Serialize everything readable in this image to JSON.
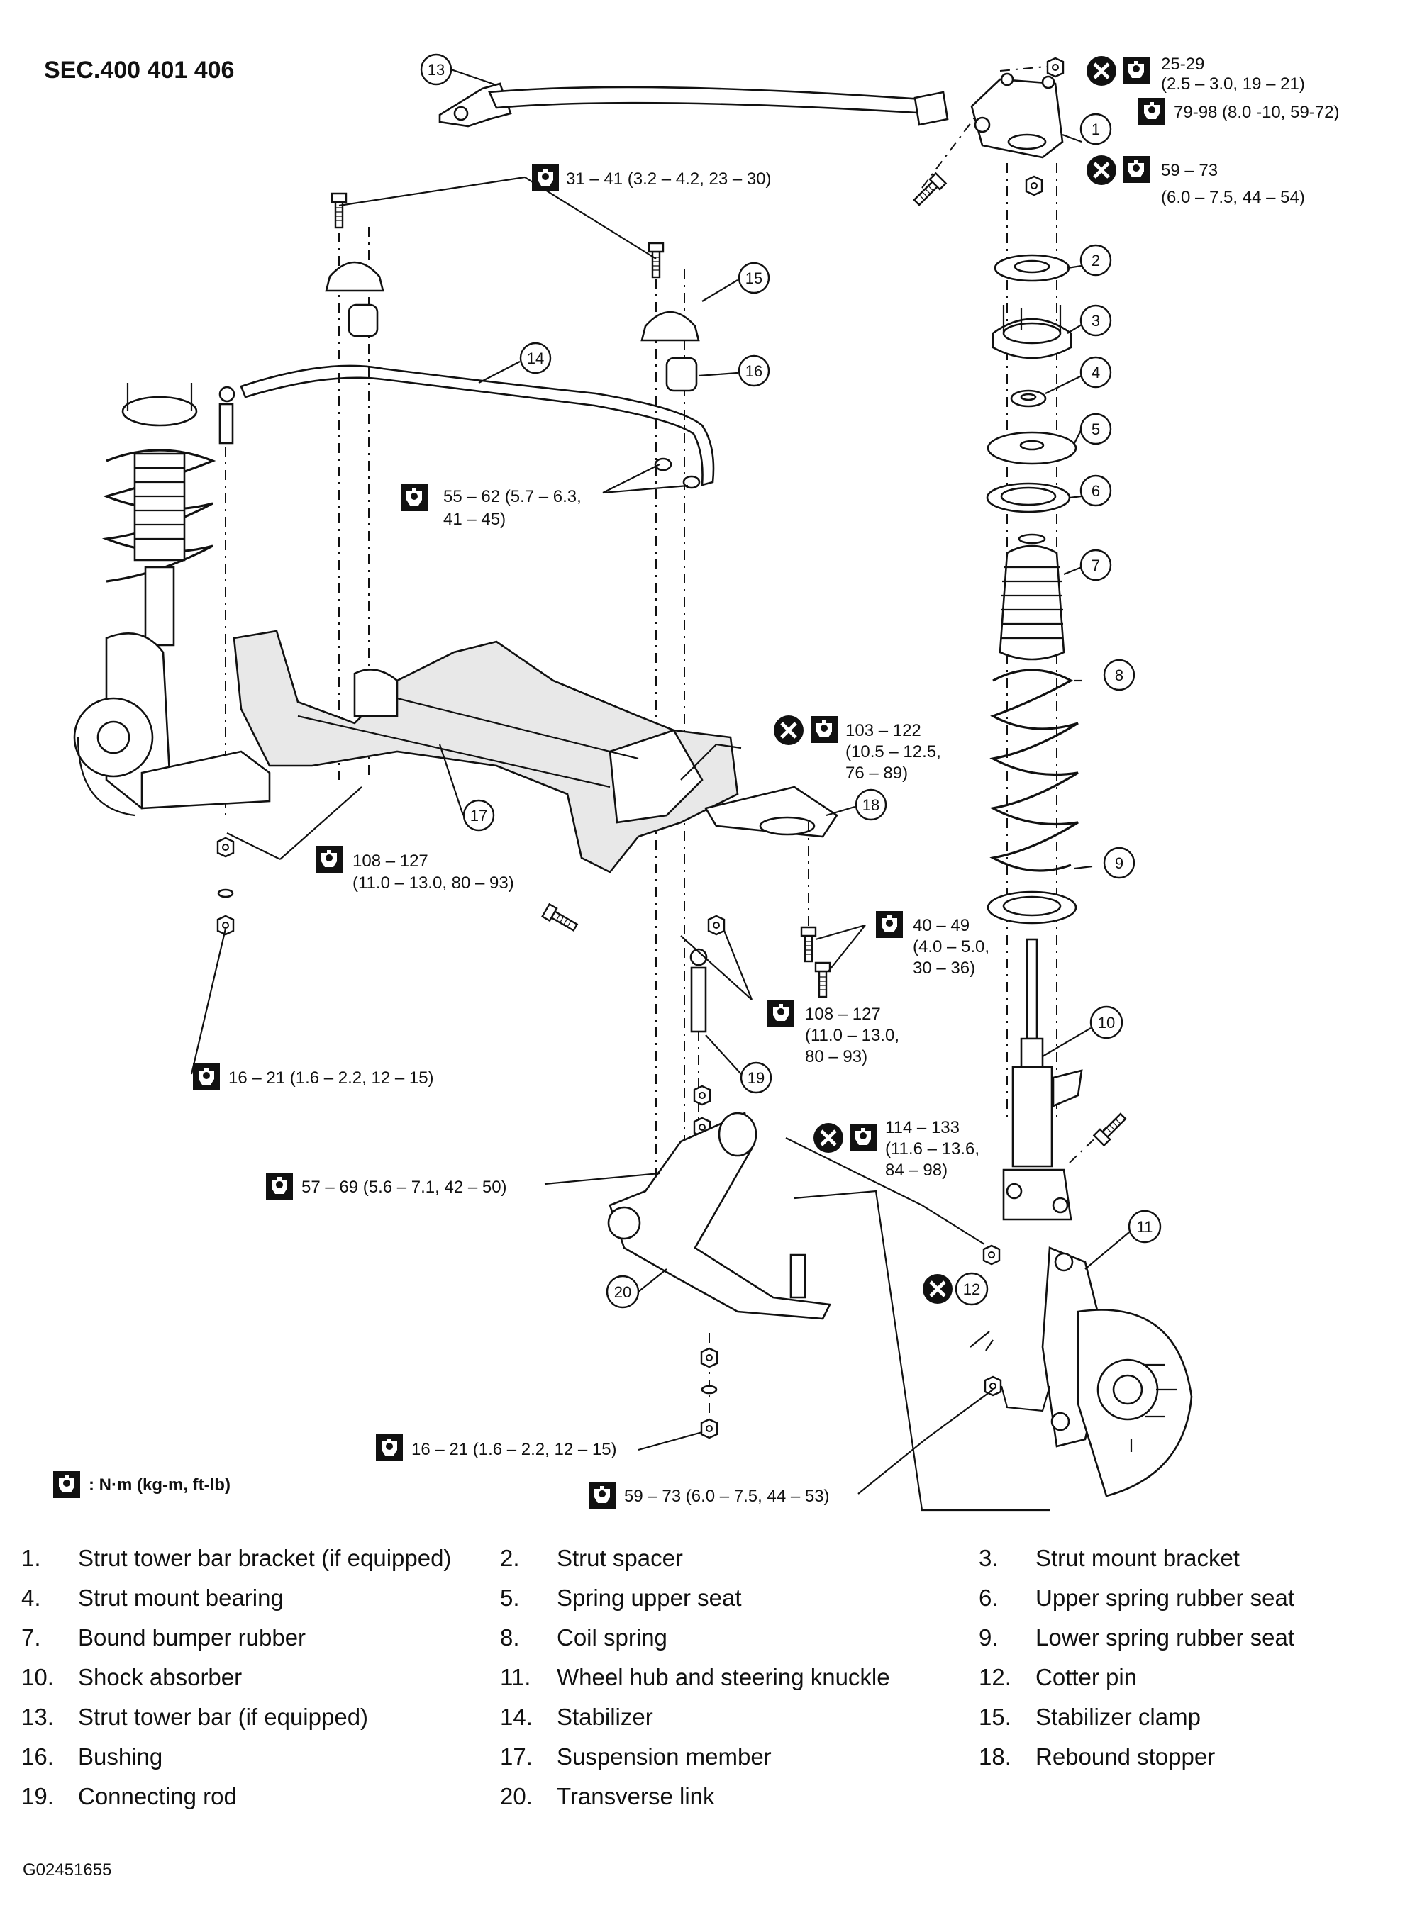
{
  "section_title": "SEC.400 401 406",
  "figure_id": "G02451655",
  "unit_legend": ": N·m (kg-m, ft-lb)",
  "torques": {
    "t_25_29": [
      "25-29",
      "(2.5 – 3.0, 19 – 21)"
    ],
    "t_79_98": [
      "79-98 (8.0 -10, 59-72)"
    ],
    "t_59_73a": [
      "59 – 73",
      "(6.0 – 7.5, 44 – 54)"
    ],
    "t_31_41": [
      "31 – 41 (3.2 – 4.2, 23 – 30)"
    ],
    "t_55_62": [
      "55 – 62 (5.7 – 6.3,",
      "41 – 45)"
    ],
    "t_103_122": [
      "103 – 122",
      "(10.5 – 12.5,",
      "76 – 89)"
    ],
    "t_108_127a": [
      "108 – 127",
      "(11.0 – 13.0, 80 – 93)"
    ],
    "t_40_49": [
      "40 – 49",
      "(4.0 – 5.0,",
      "30 – 36)"
    ],
    "t_108_127b": [
      "108 – 127",
      "(11.0 – 13.0,",
      "80 – 93)"
    ],
    "t_16_21a": [
      "16 – 21 (1.6 – 2.2, 12 – 15)"
    ],
    "t_114_133": [
      "114 – 133",
      "(11.6 – 13.6,",
      "84 – 98)"
    ],
    "t_57_69": [
      "57 – 69 (5.6 – 7.1, 42 – 50)"
    ],
    "t_16_21b": [
      "16 – 21 (1.6 – 2.2, 12 – 15)"
    ],
    "t_59_73b": [
      "59 – 73 (6.0 – 7.5, 44 – 53)"
    ]
  },
  "callouts": [
    "1",
    "2",
    "3",
    "4",
    "5",
    "6",
    "7",
    "8",
    "9",
    "10",
    "11",
    "12",
    "13",
    "14",
    "15",
    "16",
    "17",
    "18",
    "19",
    "20"
  ],
  "legend_items": [
    {
      "num": "1.",
      "label": "Strut tower bar bracket (if equipped)"
    },
    {
      "num": "2.",
      "label": "Strut spacer"
    },
    {
      "num": "3.",
      "label": "Strut mount bracket"
    },
    {
      "num": "4.",
      "label": "Strut mount bearing"
    },
    {
      "num": "5.",
      "label": "Spring upper seat"
    },
    {
      "num": "6.",
      "label": "Upper spring rubber seat"
    },
    {
      "num": "7.",
      "label": "Bound bumper rubber"
    },
    {
      "num": "8.",
      "label": "Coil spring"
    },
    {
      "num": "9.",
      "label": "Lower spring rubber seat"
    },
    {
      "num": "10.",
      "label": "Shock absorber"
    },
    {
      "num": "11.",
      "label": "Wheel hub and steering knuckle"
    },
    {
      "num": "12.",
      "label": "Cotter pin"
    },
    {
      "num": "13.",
      "label": "Strut tower bar (if equipped)"
    },
    {
      "num": "14.",
      "label": "Stabilizer"
    },
    {
      "num": "15.",
      "label": "Stabilizer clamp"
    },
    {
      "num": "16.",
      "label": "Bushing"
    },
    {
      "num": "17.",
      "label": "Suspension member"
    },
    {
      "num": "18.",
      "label": "Rebound stopper"
    },
    {
      "num": "19.",
      "label": "Connecting rod"
    },
    {
      "num": "20.",
      "label": "Transverse link"
    }
  ]
}
